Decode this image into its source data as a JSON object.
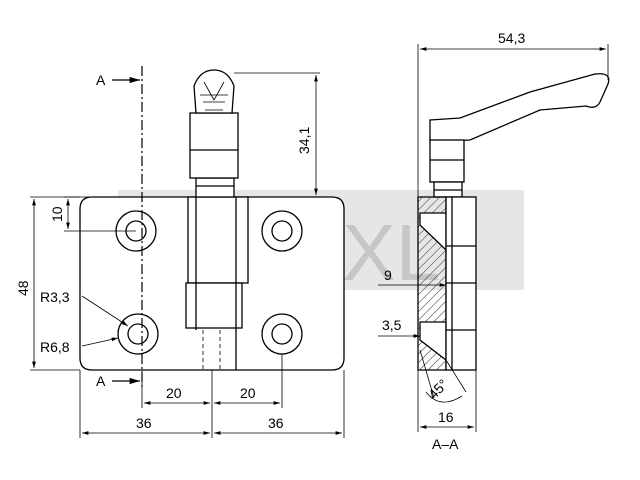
{
  "watermark": "TechXXL",
  "section_marker": "A",
  "section_caption": "A–A",
  "dimensions": {
    "handle_height": "34,1",
    "overall_width_side": "54,3",
    "hole_edge_distance": "10",
    "height": "48",
    "inner_radius": "R3,3",
    "outer_radius": "R6,8",
    "hole_spacing_left": "20",
    "hole_spacing_right": "20",
    "half_width_left": "36",
    "half_width_right": "36",
    "section_depth": "9",
    "countersink_depth": "3,5",
    "countersink_angle": "45°",
    "section_width": "16"
  },
  "colors": {
    "line": "#000000",
    "watermark": "#8a8a8a",
    "hatch": "#000000"
  }
}
